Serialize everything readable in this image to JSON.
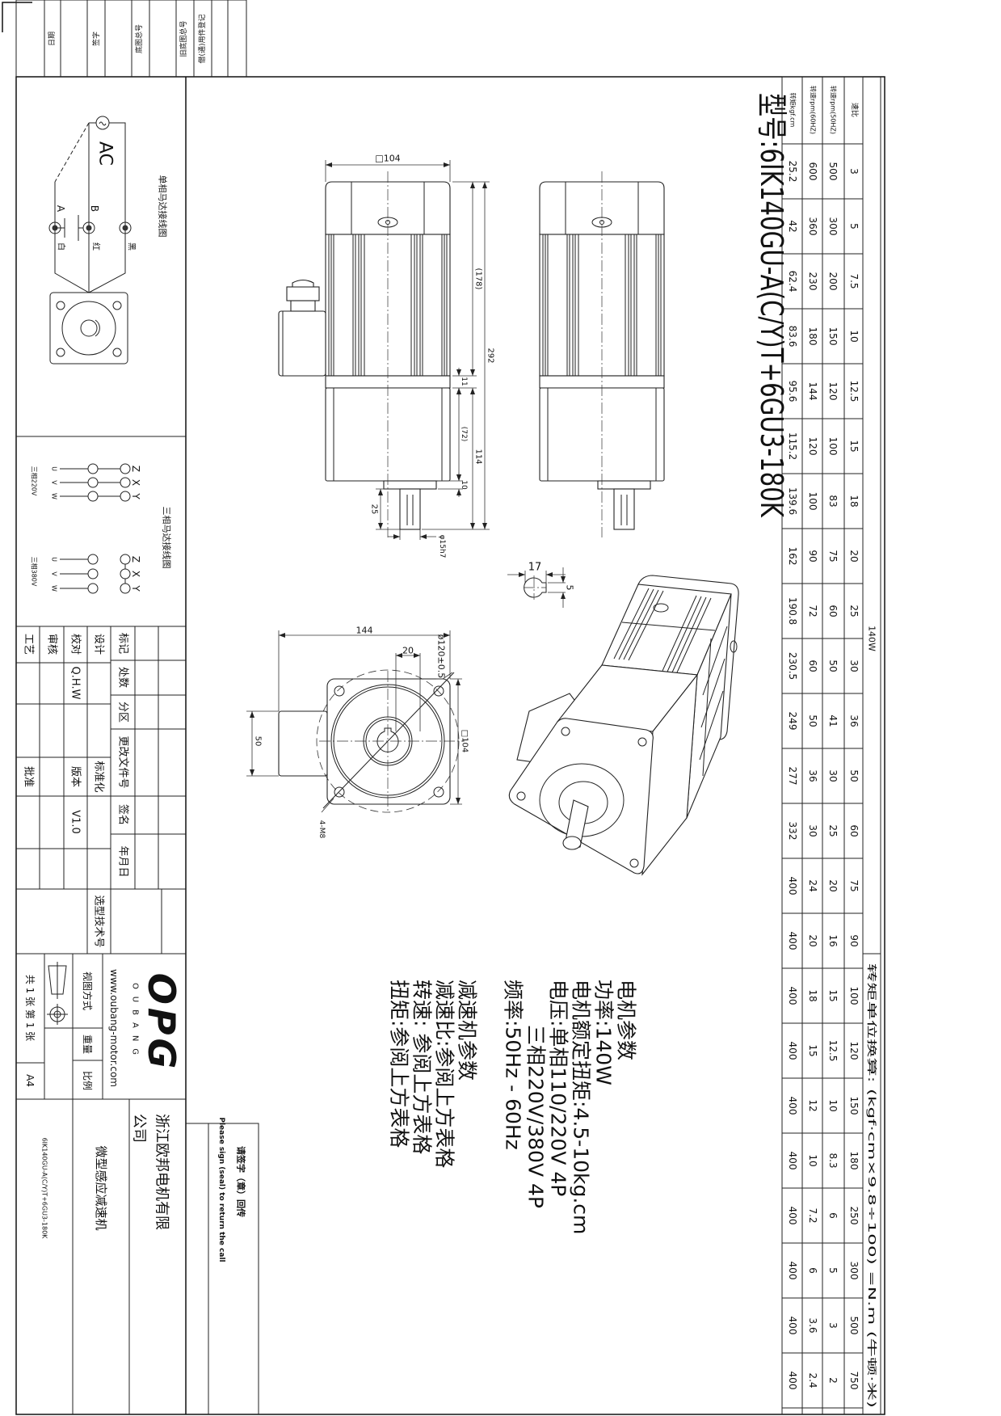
{
  "revision_strip": {
    "date": "日期",
    "signature": "签字",
    "base_drawing_no": "底图总号",
    "old_base_drawing_no": "旧底图总号",
    "borrowed_parts": "借(通)用件登记"
  },
  "model_title": "型号:6IK140GU-A(C/Y)T+6GU3-180K",
  "table": {
    "power": "140W",
    "conversion": "转矩单位换算: (kgf·cm×9.8÷100) =N.m (牛顿·米)",
    "labels": {
      "ratio": "速比",
      "rpm50": "转速rpm(50HZ)",
      "rpm60": "转速rpm(60HZ)",
      "torque": "转矩kgf.cm"
    },
    "ratio": [
      "3",
      "5",
      "7.5",
      "10",
      "12.5",
      "15",
      "18",
      "20",
      "25",
      "30",
      "36",
      "50",
      "60",
      "75",
      "90",
      "100",
      "120",
      "150",
      "180",
      "250",
      "300",
      "500",
      "750"
    ],
    "rpm50": [
      "500",
      "300",
      "200",
      "150",
      "120",
      "100",
      "83",
      "75",
      "60",
      "50",
      "41",
      "30",
      "25",
      "20",
      "16",
      "15",
      "12.5",
      "10",
      "8.3",
      "6",
      "5",
      "3",
      "2"
    ],
    "rpm60": [
      "600",
      "360",
      "230",
      "180",
      "144",
      "120",
      "100",
      "90",
      "72",
      "60",
      "50",
      "36",
      "30",
      "24",
      "20",
      "18",
      "15",
      "12",
      "10",
      "7.2",
      "6",
      "3.6",
      "2.4"
    ],
    "torque": [
      "25.2",
      "42",
      "62.4",
      "83.6",
      "95.6",
      "115.2",
      "139.6",
      "162",
      "190.8",
      "230.5",
      "249",
      "277",
      "332",
      "400",
      "400",
      "400",
      "400",
      "400",
      "400",
      "400",
      "400",
      "400",
      "400"
    ]
  },
  "specs": {
    "motor_heading": "电机参数",
    "power": "功率:140W",
    "rated_torque": "电机额定扭矩:4.5-10kg.cm",
    "voltage_single": "电压:单相110/220V 4P",
    "voltage_three": "三相220V/380V 4P",
    "frequency": "频率:50Hz - 60Hz",
    "gearbox_heading": "减速机参数",
    "ratio": "减速比:参阅上方表格",
    "speed": "转速: 参阅上方表格",
    "torque": "扭矩:参阅上方表格"
  },
  "dimensions": {
    "square_104": "□104",
    "len_178": "(178)",
    "len_292": "292",
    "len_11": "11",
    "len_72": "(72)",
    "len_114": "114",
    "len_10": "10",
    "len_25": "25",
    "shaft_dia": "φ15h7",
    "key_17": "17",
    "key_5": "5",
    "width_144": "144",
    "offset_20": "20",
    "pcd": "ø120±0.5",
    "flange_104": "□104",
    "box_50": "50",
    "holes": "4-M8"
  },
  "wiring": {
    "single_title": "单相马达接线图",
    "ac": "AC",
    "a": "A",
    "b": "B",
    "white": "白",
    "red": "红",
    "black": "黑",
    "three_title": "三相马达接线图",
    "z": "Z",
    "x": "X",
    "y": "Y",
    "u": "U",
    "v": "V",
    "w": "W",
    "v220": "三相220V",
    "v380": "三相380V"
  },
  "revision_table": {
    "mark": "标记",
    "count": "处数",
    "zone": "分区",
    "change_doc": "更改文件号",
    "sign": "签名",
    "date": "年月日",
    "design": "设计",
    "check": "校对",
    "review": "审核",
    "process": "工艺",
    "checker_name": "Q.H.W",
    "standard": "标准化",
    "version_label": "版本",
    "version": "V1.0",
    "approve": "批准",
    "selection_no": "选型技术号"
  },
  "title_block": {
    "logo": "OPG",
    "brand": "OUBANG",
    "website": "www.oubang-motor.com",
    "view_method": "视图方式",
    "weight": "重量",
    "scale": "比例",
    "sheets": "共 1 张 第 1 张",
    "paper": "A4",
    "product_name": "微型感应减速机",
    "company_line1": "浙江欧邦电机有限",
    "company_line2": "公司",
    "drawing_no": "6IK140GU-A(C/Y)T+6GU3-180K",
    "sign_cn": "请签字（章）回传",
    "sign_en": "Please sign (seal) to return the call"
  }
}
